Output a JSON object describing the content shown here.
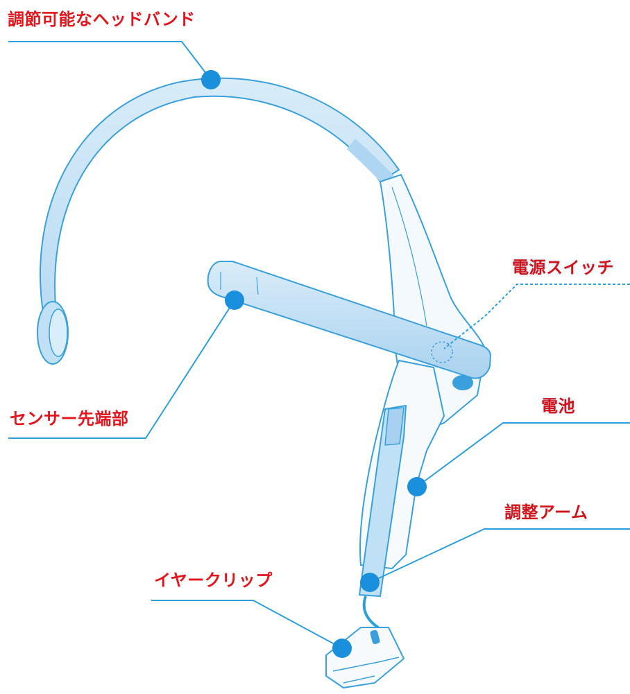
{
  "labels": {
    "headband": "調節可能なヘッドバンド",
    "power_switch": "電源スイッチ",
    "sensor_tip": "センサー先端部",
    "battery": "電池",
    "adjust_arm": "調整アーム",
    "ear_clip": "イヤークリップ"
  },
  "colors": {
    "label_text": "#e3141b",
    "leader_line": "#2a9fdc",
    "marker": "#1a8fdb",
    "device_fill": "#c6e2f6",
    "device_stroke": "#3aa0db"
  }
}
